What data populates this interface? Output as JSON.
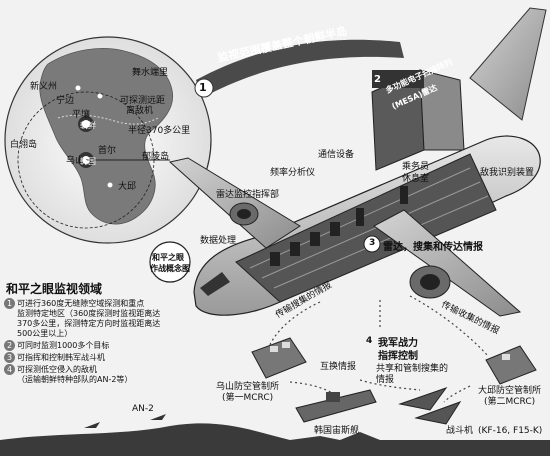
{
  "map": {
    "cities": [
      "新义州",
      "宁边",
      "平壤",
      "朝鲜",
      "首尔",
      "乌山",
      "韩国",
      "大邱",
      "白翎岛",
      "郁陵岛"
    ],
    "notes": [
      "舞水端里",
      "可探测远距",
      "离敌机"
    ],
    "radius": "半径370多公里"
  },
  "banners": {
    "b1_num": "1",
    "b1_text": "监视范围覆盖整个朝鲜半岛",
    "b2_num": "2",
    "b2_text": "多功能电子扫描阵列",
    "b2_sub": "(MESA)雷达"
  },
  "parts": {
    "comm": "通信设备",
    "freq": "频率分析仪",
    "radar_room": "雷达监控指挥部",
    "crew": "乘务员",
    "rest": "休息室",
    "iff": "敌我识别装置",
    "data": "数据处理",
    "concept_1": "和平之眼",
    "concept_2": "作战概念图"
  },
  "step3": {
    "num": "3",
    "text": "雷达，搜集和传达情报"
  },
  "step4": {
    "num": "4",
    "line1": "我军战力",
    "line2": "指挥控制"
  },
  "flows": {
    "left_transfer": "传输搜集的情报",
    "right_transfer": "传输收集的情报",
    "exchange": "互换情报",
    "share": "共享和管制搜集的",
    "share2": "情报"
  },
  "stations": {
    "osan": "乌山防空管制所",
    "osan_sub": "(第一MCRC)",
    "daegu": "大邱防空管制所",
    "daegu_sub": "(第二MCRC)",
    "ship": "韩国宙斯舰",
    "fighter": "战斗机",
    "fighter_sub": "(KF-16, F15-K)",
    "an2": "AN-2"
  },
  "features": {
    "title": "和平之眼监视领域",
    "items": [
      {
        "num": "1",
        "text": "可进行360度无缝隙空域探测和重点",
        "sub": [
          "监测特定地区（360度探测时监视距离达",
          "370多公里，探测特定方向时监视距离达",
          "500公里以上）"
        ]
      },
      {
        "num": "2",
        "text": "可同时监测1000多个目标",
        "sub": []
      },
      {
        "num": "3",
        "text": "可指挥和控制韩军战斗机",
        "sub": []
      },
      {
        "num": "4",
        "text": "可探测低空侵入的敌机",
        "sub": [
          "（运输朝鲜特种部队的AN-2等）"
        ]
      }
    ]
  }
}
